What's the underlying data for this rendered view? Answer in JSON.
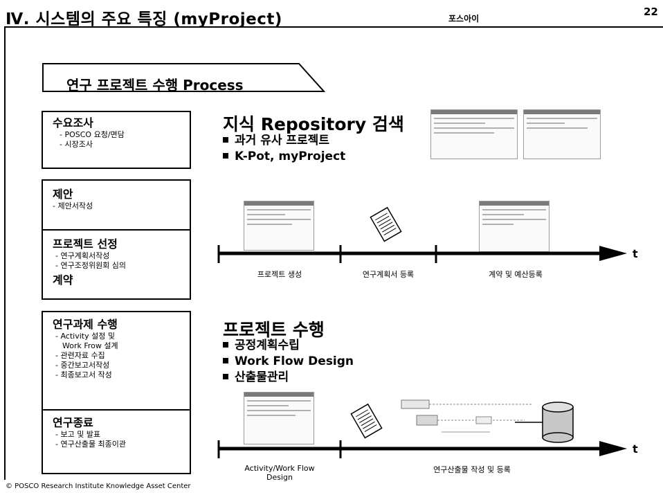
{
  "header": {
    "title": "Ⅳ. 시스템의 주요 특징 (myProject)",
    "org": "포스아이",
    "page": "22"
  },
  "process_title": "연구 프로젝트 수행 Process",
  "stages": [
    {
      "title": "수요조사",
      "subs": [
        "- POSCO 요청/면담",
        "- 시장조사"
      ]
    },
    {
      "title": "제안",
      "subs": [
        "- 제안서작성"
      ]
    },
    {
      "title": "프로젝트 선정",
      "subs": [
        "- 연구계획서작성",
        "- 연구조정위원회 심의"
      ],
      "extra": "계약"
    },
    {
      "title": "연구과제 수행",
      "subs": [
        "- Activity 설정 및",
        "Work Frow 설계",
        "- 관련자료 수집",
        "- 중간보고서작성",
        "- 최종보고서 작성"
      ]
    },
    {
      "title": "연구종료",
      "subs": [
        "- 보고 및 발표",
        "- 연구산출물 최종이관"
      ]
    }
  ],
  "section1": {
    "title": "지식 Repository 검색",
    "bullets": [
      "과거 유사 프로젝트",
      "K-Pot, myProject"
    ]
  },
  "timeline1": {
    "labels": [
      "프로젝트 생성",
      "연구계획서 등록",
      "계약 및 예산등록"
    ],
    "t": "t"
  },
  "section2": {
    "title": "프로젝트 수행",
    "bullets": [
      "공정계획수립",
      "Work Flow Design",
      "산출물관리"
    ]
  },
  "timeline2": {
    "labels": [
      "Activity/Work Flow Design",
      "연구산출물 작성 및 등록"
    ],
    "t": "t"
  },
  "footer": "© POSCO Research Institute Knowledge Asset Center"
}
